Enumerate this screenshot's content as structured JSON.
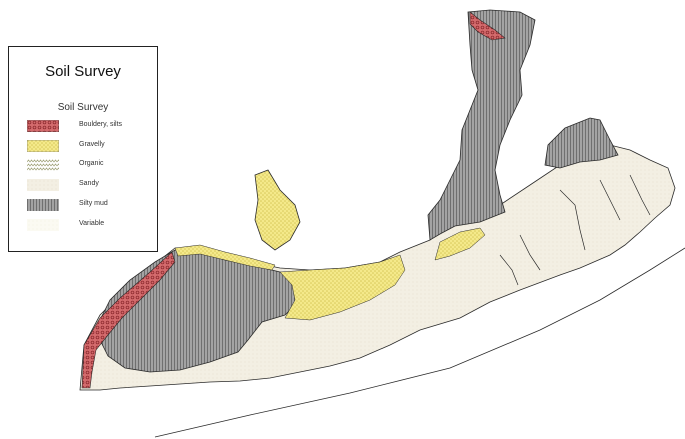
{
  "legend": {
    "title": "Soil Survey",
    "subtitle": "Soil Survey",
    "items": [
      {
        "label": "Bouldery, silts",
        "pattern": "pat-boulder"
      },
      {
        "label": "Gravelly",
        "pattern": "pat-gravel"
      },
      {
        "label": "Organic",
        "pattern": "pat-organic"
      },
      {
        "label": "Sandy",
        "pattern": "pat-sandy"
      },
      {
        "label": "Silty mud",
        "pattern": "pat-silt"
      },
      {
        "label": "Variable",
        "pattern": "pat-variable"
      }
    ]
  },
  "colors": {
    "bouldery": "#c8575a",
    "gravelly": "#efe27a",
    "organic": "#c8c9a0",
    "sandy": "#f1ede0",
    "silty_mud": "#9a9a9a",
    "variable": "#f6f5e8",
    "outline": "#2a2a2a"
  }
}
